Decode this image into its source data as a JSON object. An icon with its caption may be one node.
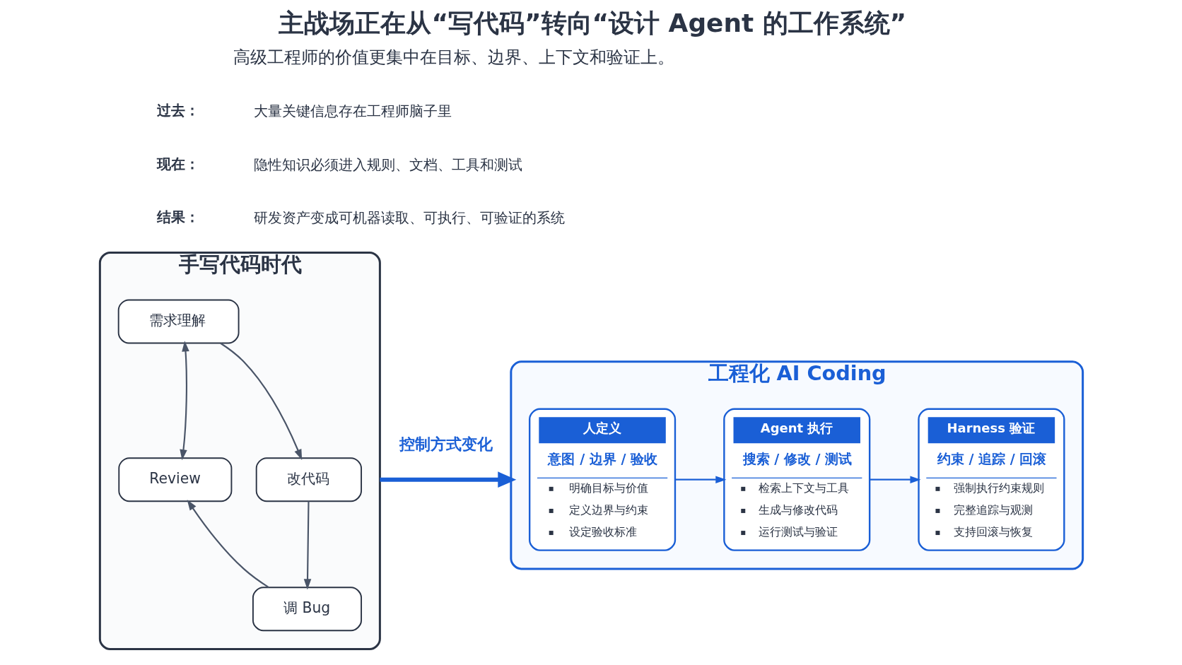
{
  "diagram": {
    "title": "主战场正在从“写代码”转向“设计 Agent 的工作系统”",
    "nodes": [
      {
        "text": [
          "手写代码时代"
        ]
      },
      {
        "text": [
          "需求理解"
        ],
        "in": 0
      },
      {
        "text": [
          "改代码"
        ],
        "in": 0
      },
      {
        "text": [
          "调 Bug"
        ],
        "in": 0
      },
      {
        "text": [
          "Review"
        ],
        "in": 0
      },
      {
        "text": [
          "工程化 AI Coding"
        ]
      },
      {
        "text": [
          "人定义",
          "意图 / 边界 / 验收",
          "明确目标与价值",
          "定义边界与约束",
          "设定验收标准"
        ],
        "in": 5
      },
      {
        "text": [
          "Agent 执行",
          "搜索 / 修改 / 测试",
          "检索上下文与工具",
          "生成与修改代码",
          "运行测试与验证"
        ],
        "in": 5
      },
      {
        "text": [
          "Harness 验证",
          "约束 / 追踪 / 回滚",
          "强制执行约束规则",
          "完整追踪与观测",
          "支持回滚与恢复"
        ],
        "in": 5
      }
    ],
    "edges": [
      {
        "from": 1,
        "to": 2,
        "arrow": "to"
      },
      {
        "from": 2,
        "to": 3,
        "arrow": "to"
      },
      {
        "from": 3,
        "to": 4,
        "arrow": "to"
      },
      {
        "from": 4,
        "to": 1,
        "arrow": "both"
      },
      {
        "from": 6,
        "to": 7,
        "arrow": "to",
        "color": "#1a5fd6"
      },
      {
        "from": 7,
        "to": 8,
        "arrow": "to",
        "color": "#1a5fd6"
      },
      {
        "from": 0,
        "to": 5,
        "arrow": "to",
        "label": "控制方式变化",
        "style": "thick",
        "color": "#1a5fd6"
      }
    ],
    "labels": [
      "高级工程师的价值更集中在目标、边界、上下文和验证上。",
      "过去：",
      "大量关键信息存在工程师脑子里",
      "现在：",
      "隐性知识必须进入规则、文档、工具和测试",
      "结果：",
      "研发资产变成可机器读取、可执行、可验证的系统"
    ]
  }
}
